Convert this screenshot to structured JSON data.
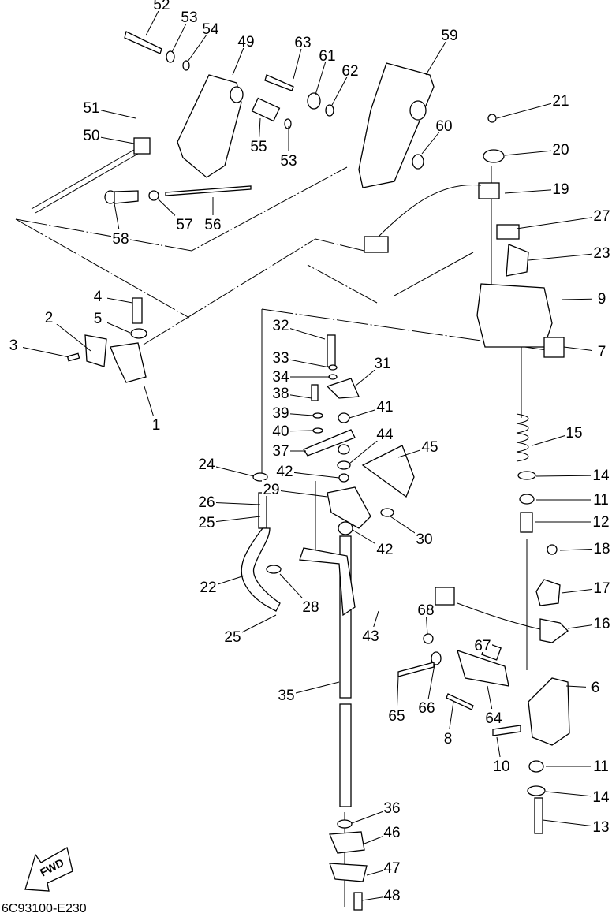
{
  "diagram": {
    "drawing_code": "6C93100-E230",
    "direction_indicator": "FWD",
    "callouts": [
      "1",
      "2",
      "3",
      "4",
      "5",
      "6",
      "7",
      "8",
      "9",
      "10",
      "11",
      "11",
      "12",
      "13",
      "14",
      "14",
      "15",
      "16",
      "17",
      "18",
      "19",
      "20",
      "21",
      "22",
      "23",
      "24",
      "25",
      "25",
      "26",
      "27",
      "28",
      "29",
      "30",
      "31",
      "32",
      "33",
      "34",
      "35",
      "36",
      "37",
      "38",
      "39",
      "40",
      "41",
      "42",
      "42",
      "43",
      "44",
      "45",
      "46",
      "47",
      "48",
      "49",
      "50",
      "51",
      "52",
      "53",
      "53",
      "54",
      "55",
      "56",
      "57",
      "58",
      "59",
      "60",
      "61",
      "62",
      "63",
      "64",
      "65",
      "66",
      "67",
      "68"
    ]
  }
}
